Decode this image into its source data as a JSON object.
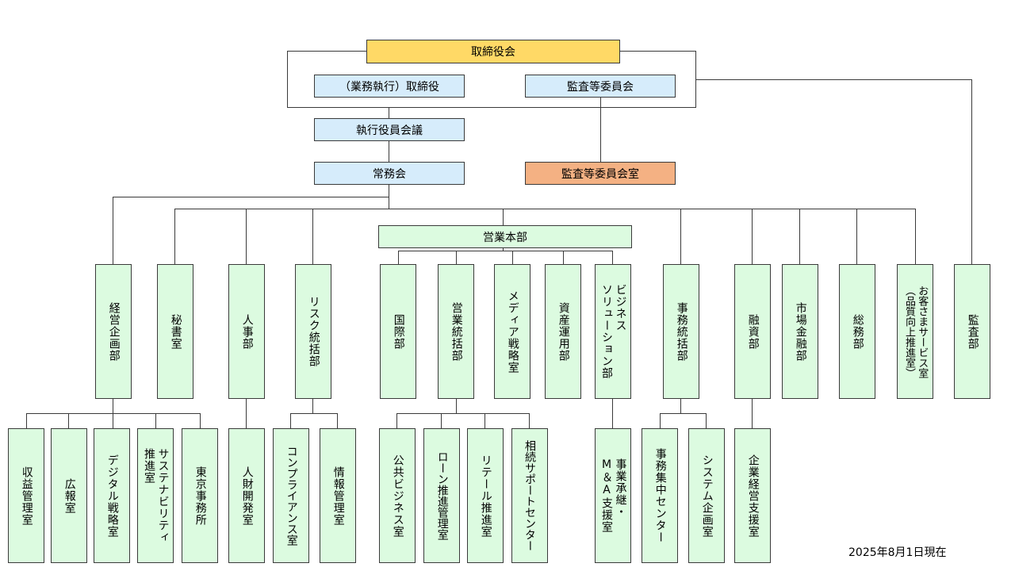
{
  "board": "取締役会",
  "exec_directors": "（業務執行）取締役",
  "audit_committee": "監査等委員会",
  "exec_officers_meeting": "執行役員会議",
  "managing_committee": "常務会",
  "audit_committee_office": "監査等委員会室",
  "sales_hq": "営業本部",
  "departments": {
    "keiei": "経営企画部",
    "hisho": "秘書室",
    "jinji": "人事部",
    "risk": "リスク統括部",
    "kokusai": "国際部",
    "eigyo": "営業統括部",
    "media": "メディア戦略室",
    "shisan": "資産運用部",
    "business": "ビジネス\nソリューション部",
    "jimu": "事務統括部",
    "yushi": "融資部",
    "shijo": "市場金融部",
    "somu": "総務部",
    "okyakusama": "お客さまサービス室\n（品質向上推進室）",
    "kansa": "監査部"
  },
  "sub_units": {
    "shueki": "収益管理室",
    "koho": "広報室",
    "digital": "デジタル戦略室",
    "sustain": "サステナビリティ\n推進室",
    "tokyo": "東京事務所",
    "jinzai": "人財開発室",
    "compliance": "コンプライアンス室",
    "joho": "情報管理室",
    "kokyo": "公共ビジネス室",
    "loan": "ローン推進管理室",
    "retail": "リテール推進室",
    "sozoku": "相続サポートセンター",
    "jigyo": "事業承継・\nM＆A支援室",
    "jimushuchu": "事務集中センター",
    "system": "システム企画室",
    "kigyo": "企業経営支援室"
  },
  "as_of": "2025年8月1日現在",
  "colors": {
    "board": "#ffd966",
    "governance": "#d6ecfb",
    "audit_office": "#f4b183",
    "department": "#dcfbe0",
    "line": "#3a3a3a"
  }
}
